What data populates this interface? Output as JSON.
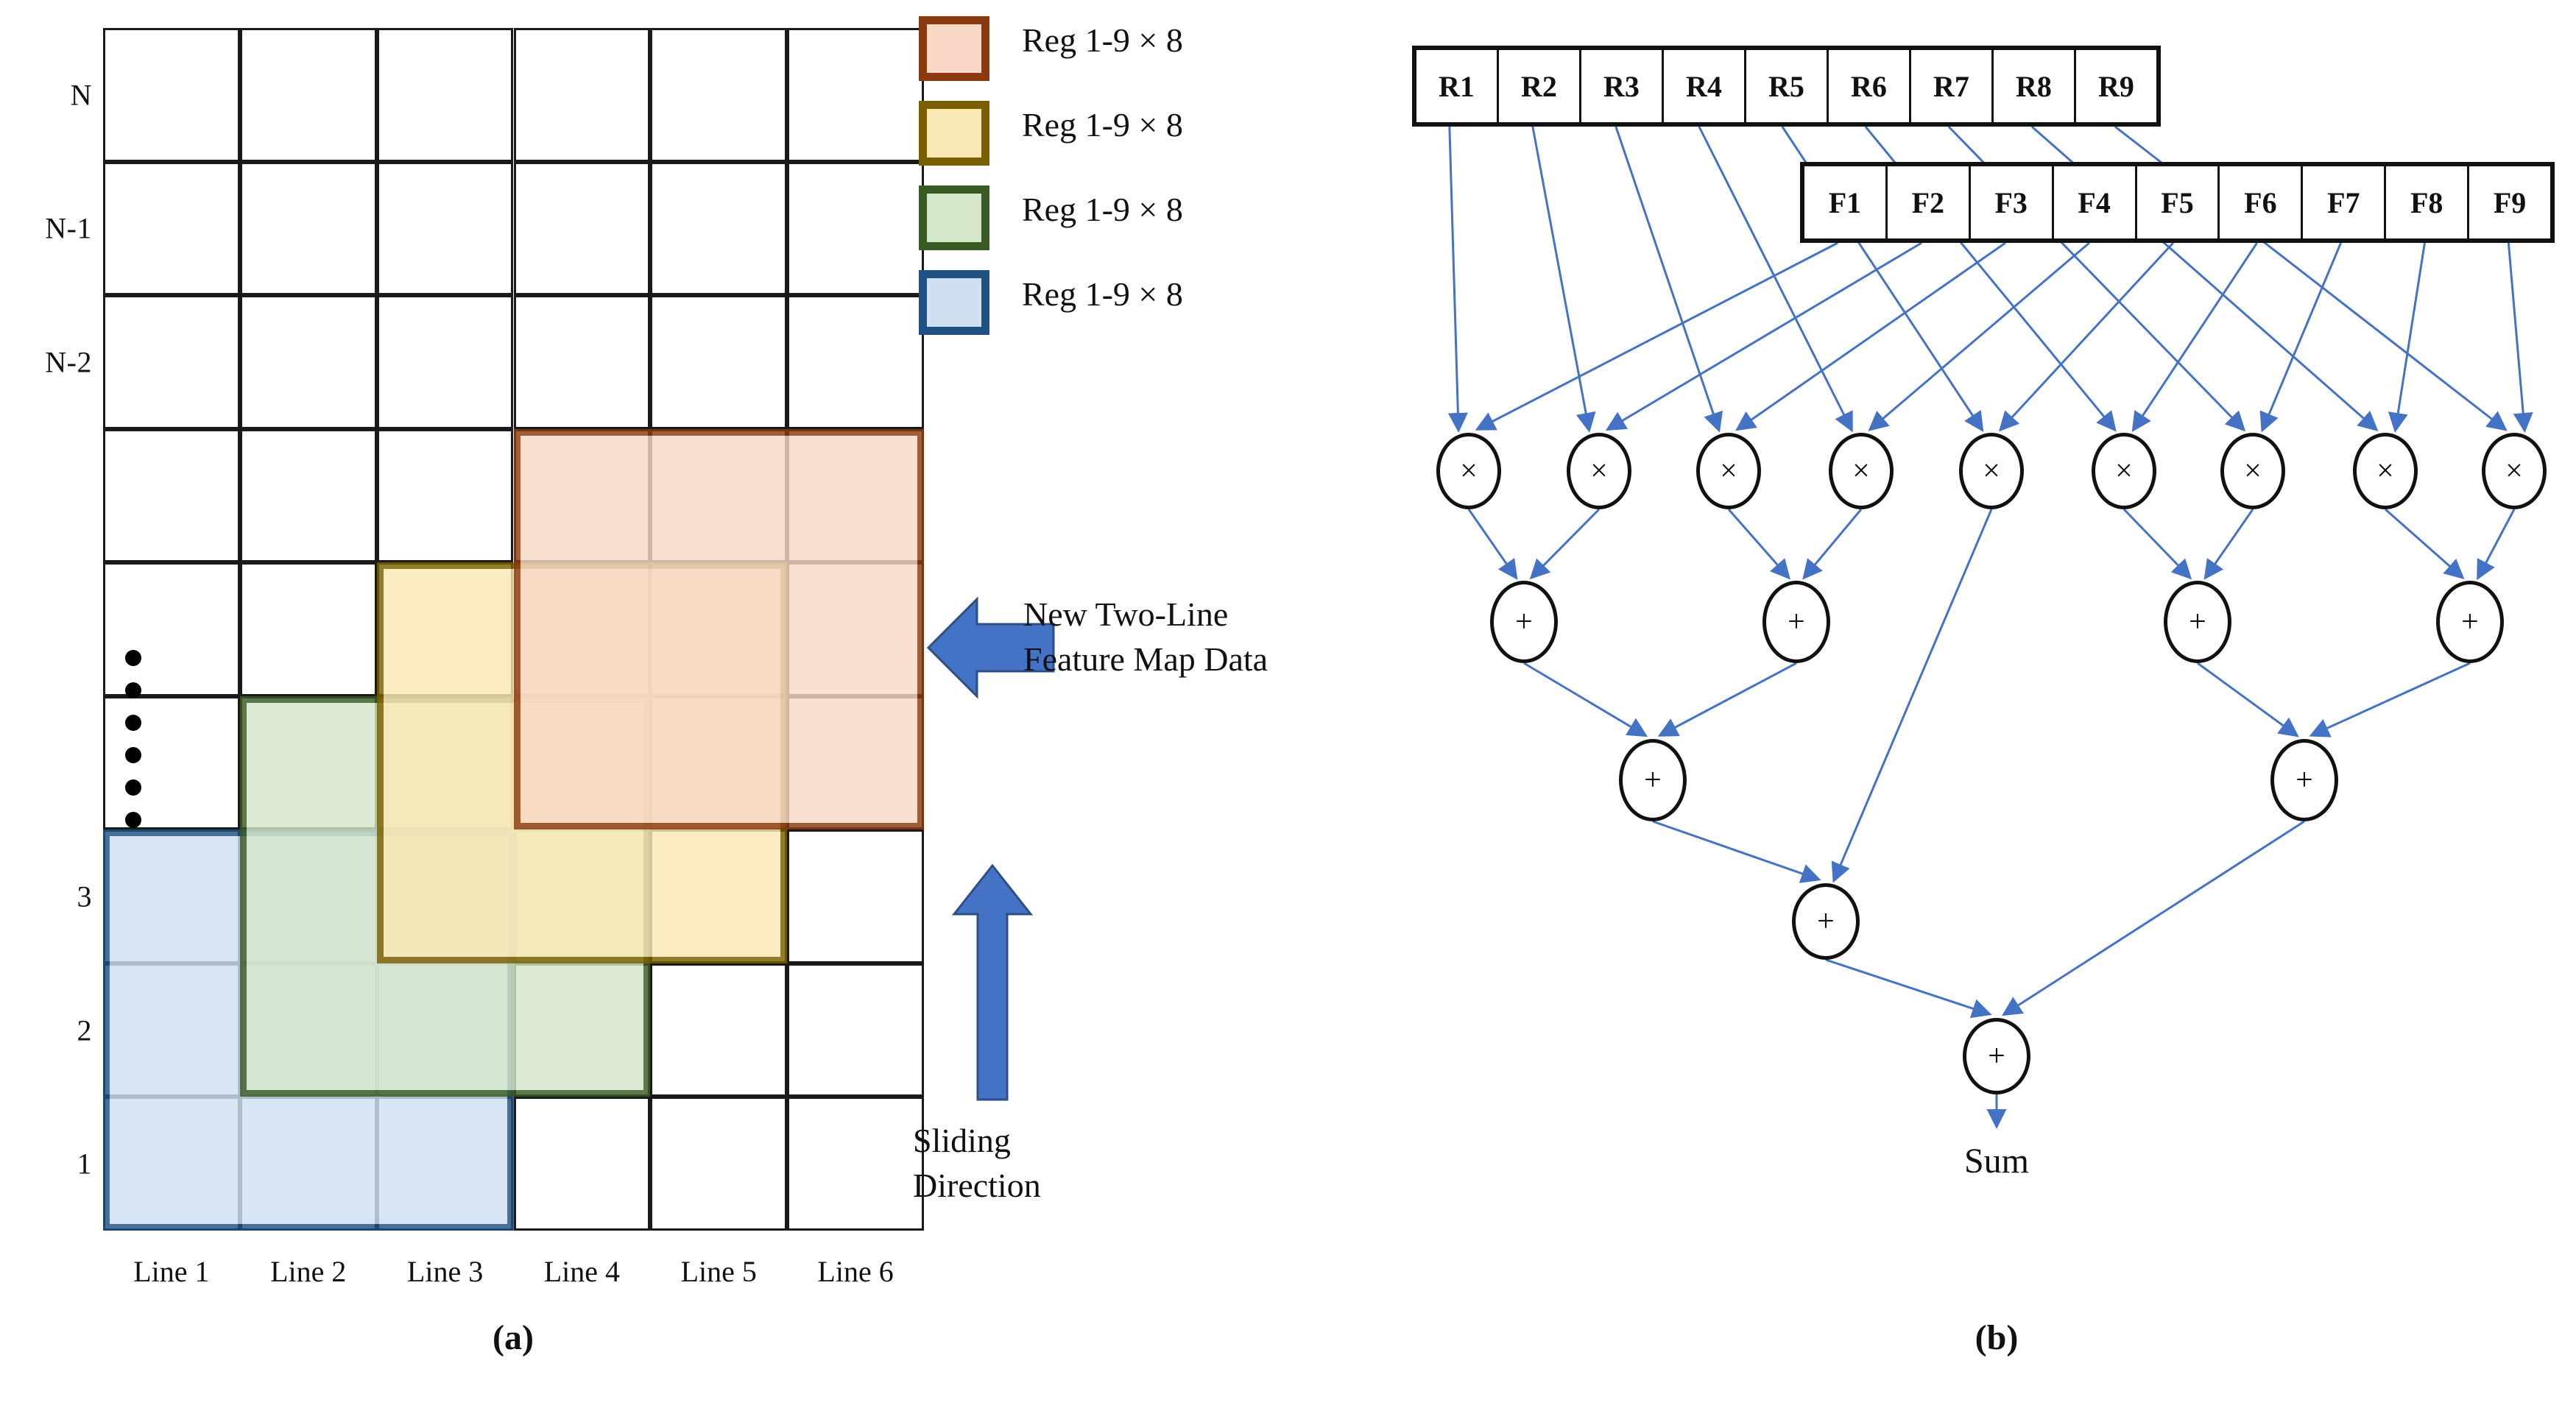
{
  "figure": {
    "panel_a_caption": "(a)",
    "panel_b_caption": "(b)"
  },
  "grid": {
    "row_labels": [
      "N",
      "N-1",
      "N-2",
      "3",
      "2",
      "1"
    ],
    "col_labels": [
      "Line 1",
      "Line 2",
      "Line 3",
      "Line 4",
      "Line 5",
      "Line 6"
    ],
    "rows": 9,
    "cols": 6,
    "ellipsis_dots": 6
  },
  "legend": {
    "items": [
      {
        "label": "Reg 1-9 × 8",
        "border": "#8B3A10",
        "fill": "#F8D8C5",
        "name": "orange"
      },
      {
        "label": "Reg 1-9 × 8",
        "border": "#7A6000",
        "fill": "#FBE9B5",
        "name": "yellow"
      },
      {
        "label": "Reg 1-9 × 8",
        "border": "#3A5A23",
        "fill": "#D6E6CA",
        "name": "green"
      },
      {
        "label": "Reg 1-9 × 8",
        "border": "#1F5183",
        "fill": "#D0E0F2",
        "name": "blue"
      }
    ]
  },
  "annotations": {
    "new_data_line1": "New Two-Line",
    "new_data_line2": "Feature Map Data",
    "sliding_line1": "Sliding",
    "sliding_line2": "Direction",
    "arrow_color": "#4472C4"
  },
  "datapath": {
    "reg_boxes": [
      "R1",
      "R2",
      "R3",
      "R4",
      "R5",
      "R6",
      "R7",
      "R8",
      "R9"
    ],
    "filter_boxes": [
      "F1",
      "F2",
      "F3",
      "F4",
      "F5",
      "F6",
      "F7",
      "F8",
      "F9"
    ],
    "multiply_symbol": "×",
    "add_symbol": "+",
    "multiplier_count": 9,
    "adder_counts": [
      4,
      2,
      1,
      1
    ],
    "output_label": "Sum",
    "wire_color": "#4472C4"
  },
  "chart_data": {
    "type": "diagram",
    "title": "Sliding-window feature map registers and 3x3 MAC tree",
    "grid_regions": [
      {
        "color": "blue",
        "cols": [
          1,
          3
        ],
        "rows": [
          1,
          3
        ]
      },
      {
        "color": "green",
        "cols": [
          2,
          4
        ],
        "rows": [
          2,
          4
        ]
      },
      {
        "color": "yellow",
        "cols": [
          3,
          5
        ],
        "rows": [
          3,
          5
        ]
      },
      {
        "color": "orange",
        "cols": [
          4,
          6
        ],
        "rows": [
          4,
          6
        ]
      }
    ]
  }
}
